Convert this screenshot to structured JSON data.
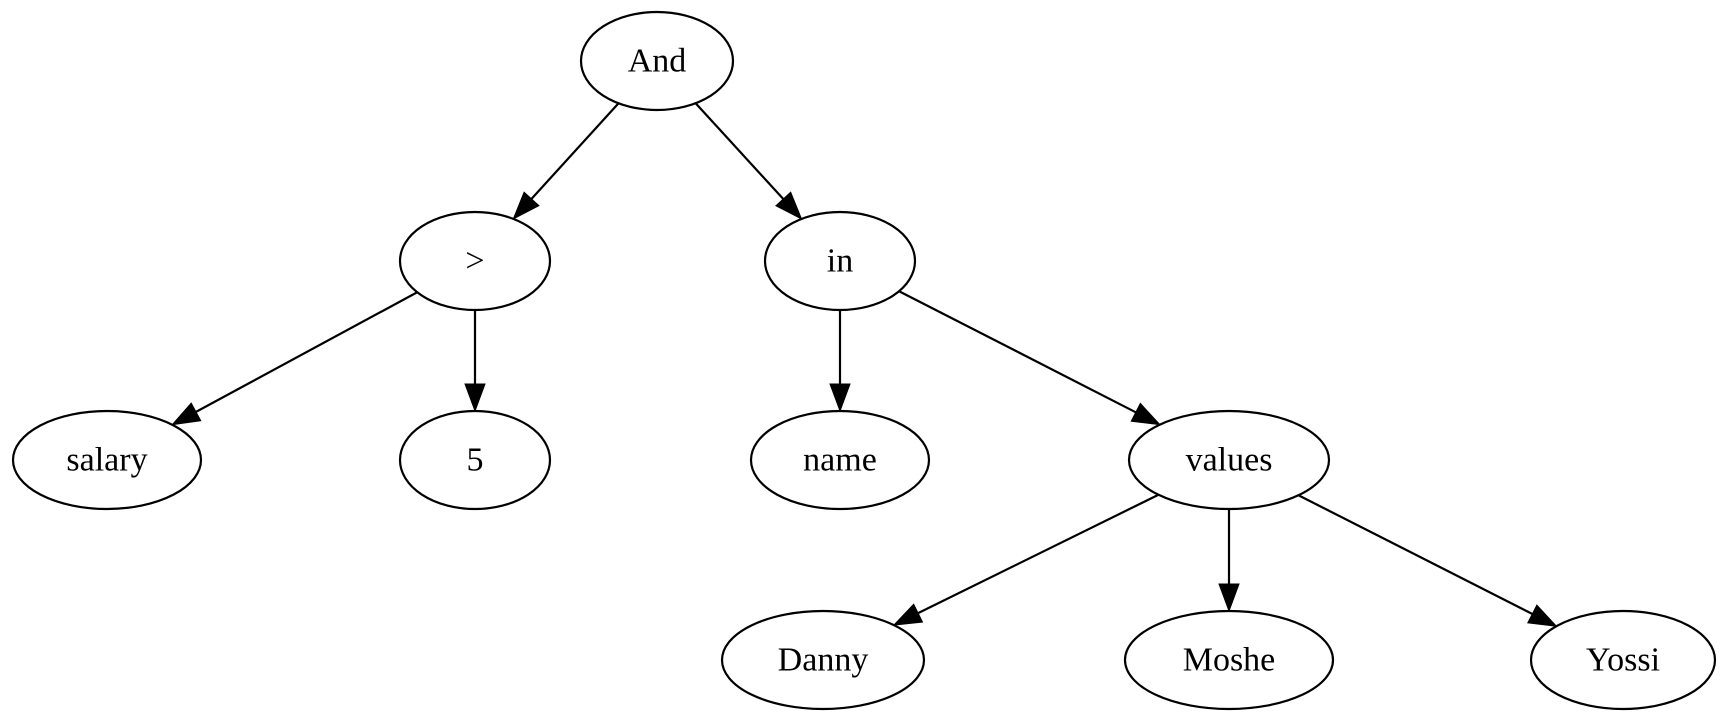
{
  "diagram": {
    "type": "tree",
    "nodes": [
      {
        "id": "and",
        "label": "And"
      },
      {
        "id": "gt",
        "label": ">"
      },
      {
        "id": "in",
        "label": "in"
      },
      {
        "id": "salary",
        "label": "salary"
      },
      {
        "id": "five",
        "label": "5"
      },
      {
        "id": "name",
        "label": "name"
      },
      {
        "id": "values",
        "label": "values"
      },
      {
        "id": "danny",
        "label": "Danny"
      },
      {
        "id": "moshe",
        "label": "Moshe"
      },
      {
        "id": "yossi",
        "label": "Yossi"
      }
    ],
    "edges": [
      {
        "from": "and",
        "to": "gt"
      },
      {
        "from": "and",
        "to": "in"
      },
      {
        "from": "gt",
        "to": "salary"
      },
      {
        "from": "gt",
        "to": "five"
      },
      {
        "from": "in",
        "to": "name"
      },
      {
        "from": "in",
        "to": "values"
      },
      {
        "from": "values",
        "to": "danny"
      },
      {
        "from": "values",
        "to": "moshe"
      },
      {
        "from": "values",
        "to": "yossi"
      }
    ]
  }
}
